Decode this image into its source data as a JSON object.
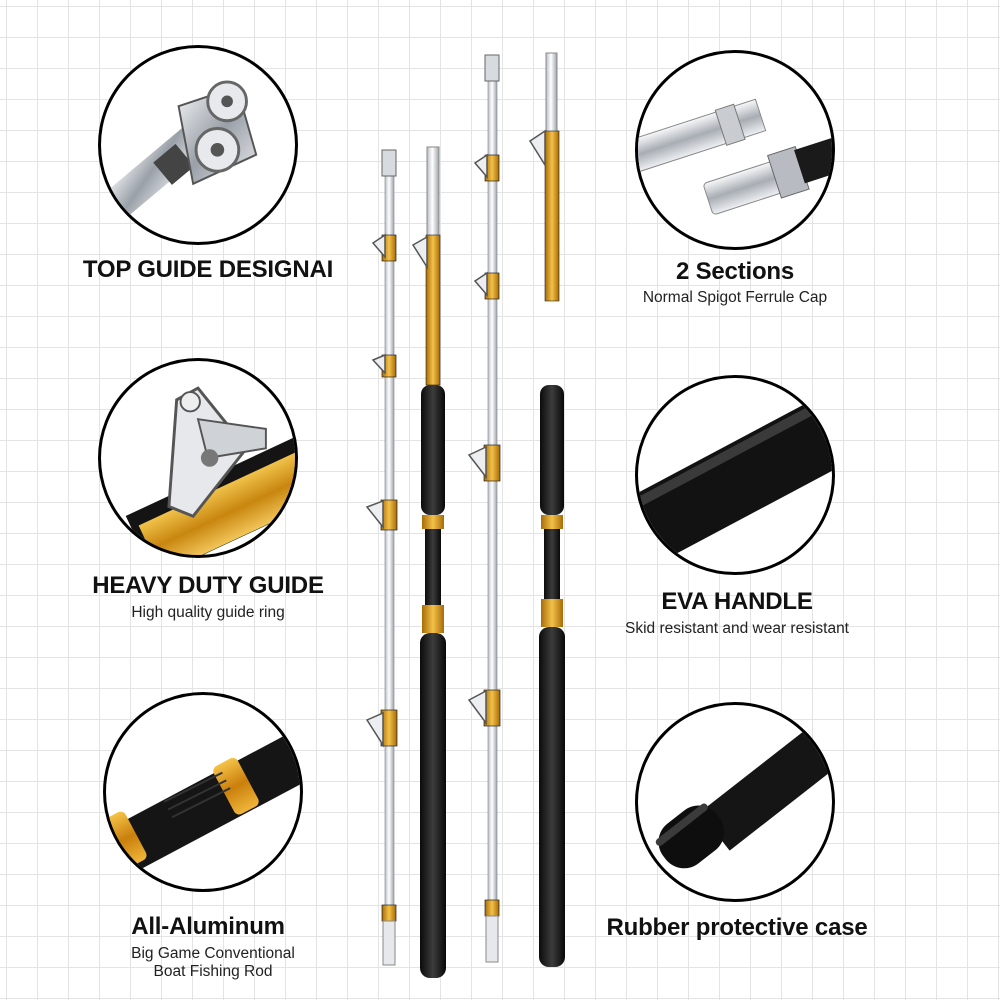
{
  "features": {
    "top_guide": {
      "title": "TOP GUIDE DESIGNAI"
    },
    "two_sections": {
      "title": "2 Sections",
      "subtitle": "Normal Spigot Ferrule Cap"
    },
    "heavy_duty_guide": {
      "title": "HEAVY DUTY GUIDE",
      "subtitle": "High quality guide ring"
    },
    "eva_handle": {
      "title": "EVA HANDLE",
      "subtitle": "Skid resistant and wear resistant"
    },
    "all_aluminum": {
      "title": "All-Aluminum",
      "subtitle_line1": "Big Game Conventional",
      "subtitle_line2": "Boat Fishing Rod"
    },
    "rubber_case": {
      "title": "Rubber protective case"
    }
  },
  "colors": {
    "gold": "#d99a1e",
    "black": "#111111",
    "silver": "#d9dde2",
    "grid": "#e4e4e4"
  },
  "icons": {
    "top_guide": "roller-top-guide-icon",
    "two_sections": "spigot-ferrule-icon",
    "heavy_duty_guide": "roller-guide-icon",
    "eva_handle": "eva-grip-icon",
    "all_aluminum": "aluminum-reel-seat-icon",
    "rubber_case": "rubber-butt-cap-icon"
  }
}
